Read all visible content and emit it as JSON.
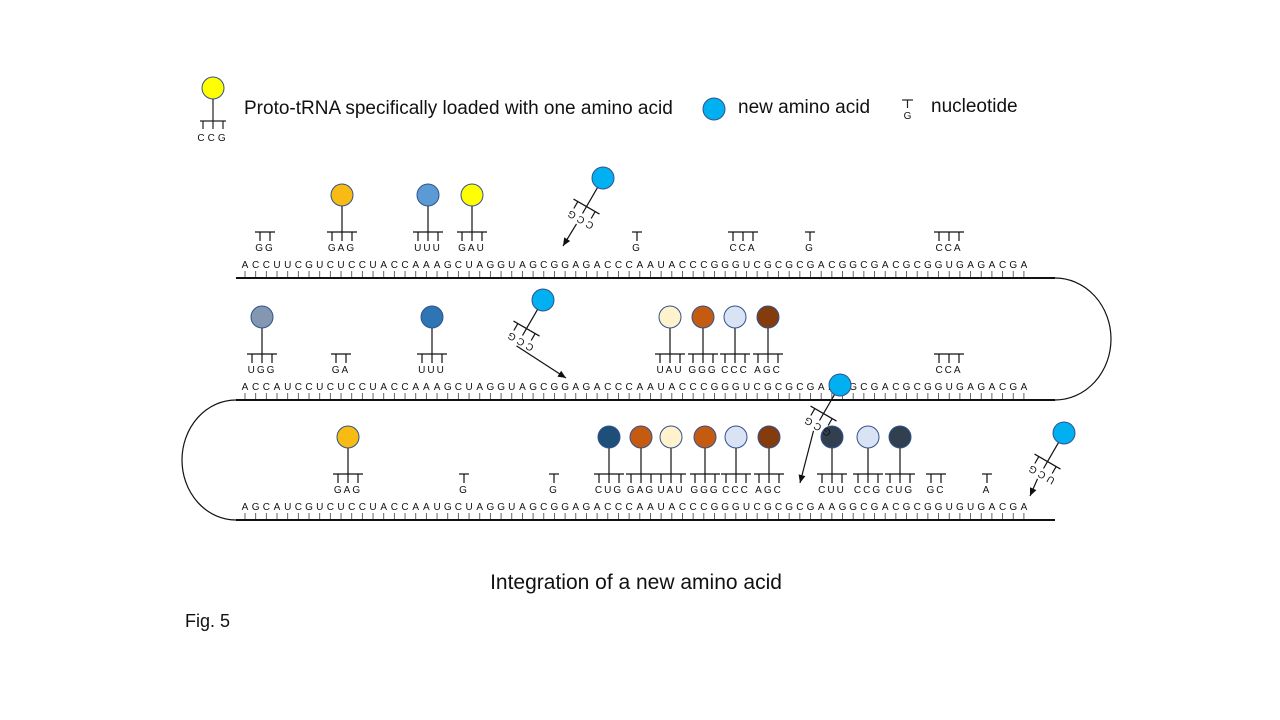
{
  "legend": {
    "trna_text": "Proto-tRNA specifically loaded with one amino acid",
    "trna_codon": "CCG",
    "new_aa_text": "new amino acid",
    "nucleotide_text": "nucleotide",
    "nucleotide_letter": "G"
  },
  "colors": {
    "yellow": "#ffff00",
    "gold": "#f8bb14",
    "light_blue": "#5b9bd5",
    "steel_blue": "#2e75b6",
    "gray_blue": "#8497b0",
    "cyan": "#00b0f0",
    "cream": "#fff2cc",
    "orange_brown": "#c55a11",
    "pale_blue": "#dae3f3",
    "dark_brown": "#843c0c",
    "navy": "#1f4e79",
    "slate": "#323f4f"
  },
  "strands": [
    {
      "sequence": "ACCUUCGUCUCCUACCAAAGCUAGGUAGCGGAGACCCAAUACCCGGGUCGCGCGACGGCGACGCGGUGAGACGA",
      "bound": [
        {
          "label": "GG"
        },
        {
          "label": "GAG",
          "aa": "gold"
        },
        {
          "label": "UUU",
          "aa": "light_blue"
        },
        {
          "label": "GAU",
          "aa": "yellow"
        },
        {
          "label": "G"
        },
        {
          "label": "CCA"
        },
        {
          "label": "G"
        },
        {
          "label": "CCA"
        }
      ],
      "incoming": [
        {
          "label": "GCC",
          "aa": "cyan"
        }
      ]
    },
    {
      "sequence": "ACCAUCCUCUCCUACCAAAGCUAGGUAGCGGAGACCCAAUACCCGGGUCGCGCGAAGGCGACGCGGUGAGACGA",
      "bound": [
        {
          "label": "UGG",
          "aa": "gray_blue"
        },
        {
          "label": "GA"
        },
        {
          "label": "UUU",
          "aa": "steel_blue"
        },
        {
          "label": "UAU",
          "aa": "cream"
        },
        {
          "label": "GGG",
          "aa": "orange_brown"
        },
        {
          "label": "CCC",
          "aa": "pale_blue"
        },
        {
          "label": "AGC",
          "aa": "dark_brown"
        },
        {
          "label": "CCA"
        }
      ],
      "incoming": [
        {
          "label": "GCC",
          "aa": "cyan"
        },
        {
          "label": "GCG",
          "aa": "cyan"
        }
      ]
    },
    {
      "sequence": "AGCAUCGUCUCCUACCAAUGCUAGGUAGCGGAGACCCAAUACCCGGGUCGCGCGAAGGCGACGCGGUGUGACGA",
      "bound": [
        {
          "label": "GAG",
          "aa": "gold"
        },
        {
          "label": "G"
        },
        {
          "label": "G"
        },
        {
          "label": "CUG",
          "aa": "navy"
        },
        {
          "label": "GAG",
          "aa": "orange_brown"
        },
        {
          "label": "UAU",
          "aa": "cream"
        },
        {
          "label": "GGG",
          "aa": "orange_brown"
        },
        {
          "label": "CCC",
          "aa": "pale_blue"
        },
        {
          "label": "AGC",
          "aa": "dark_brown"
        },
        {
          "label": "CUU",
          "aa": "slate"
        },
        {
          "label": "CCG",
          "aa": "pale_blue"
        },
        {
          "label": "CUG",
          "aa": "slate"
        },
        {
          "label": "GC"
        },
        {
          "label": "A"
        }
      ],
      "incoming": [
        {
          "label": "GCU",
          "aa": "cyan"
        }
      ]
    }
  ],
  "caption": "Integration of a new amino acid",
  "figure_label": "Fig. 5"
}
